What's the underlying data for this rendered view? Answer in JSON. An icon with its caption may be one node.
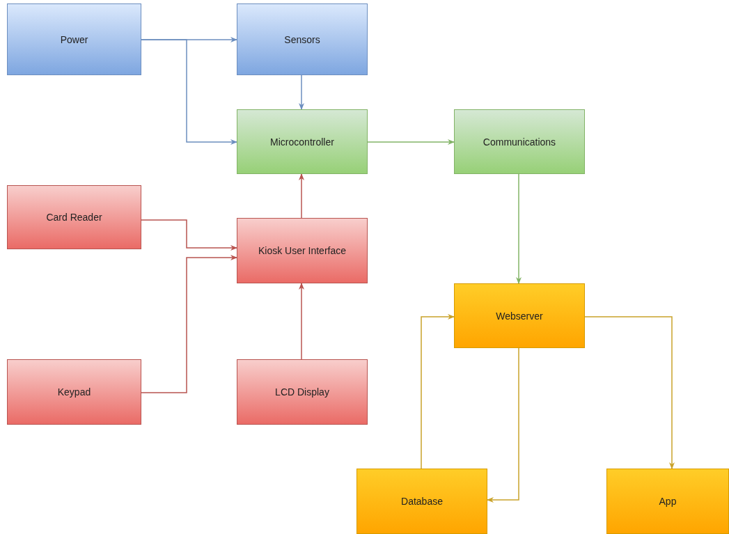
{
  "diagram": {
    "nodes": [
      {
        "text": [
          "Power"
        ]
      },
      {
        "text": [
          "Sensors"
        ]
      },
      {
        "text": [
          "Microcontroller"
        ]
      },
      {
        "text": [
          "Communications"
        ]
      },
      {
        "text": [
          "Card Reader"
        ]
      },
      {
        "text": [
          "Kiosk User Interface"
        ]
      },
      {
        "text": [
          "Keypad"
        ]
      },
      {
        "text": [
          "LCD Display"
        ]
      },
      {
        "text": [
          "Webserver"
        ]
      },
      {
        "text": [
          "Database"
        ]
      },
      {
        "text": [
          "App"
        ]
      }
    ],
    "edges": [
      {
        "from": 0,
        "to": 1,
        "arrow": "to",
        "color": "#6c8ebf"
      },
      {
        "from": 0,
        "to": 2,
        "arrow": "to",
        "color": "#6c8ebf"
      },
      {
        "from": 1,
        "to": 2,
        "arrow": "to",
        "color": "#6c8ebf"
      },
      {
        "from": 2,
        "to": 3,
        "arrow": "to",
        "color": "#82b366"
      },
      {
        "from": 3,
        "to": 8,
        "arrow": "to",
        "color": "#82b366"
      },
      {
        "from": 5,
        "to": 2,
        "arrow": "to"
      },
      {
        "from": 4,
        "to": 5,
        "arrow": "to"
      },
      {
        "from": 6,
        "to": 5,
        "arrow": "to"
      },
      {
        "from": 7,
        "to": 5,
        "arrow": "to"
      },
      {
        "from": 9,
        "to": 8,
        "arrow": "to",
        "color": "#c9a22a"
      },
      {
        "from": 8,
        "to": 9,
        "arrow": "to",
        "color": "#c9a22a"
      },
      {
        "from": 8,
        "to": 10,
        "arrow": "to",
        "color": "#c9a22a"
      }
    ]
  }
}
